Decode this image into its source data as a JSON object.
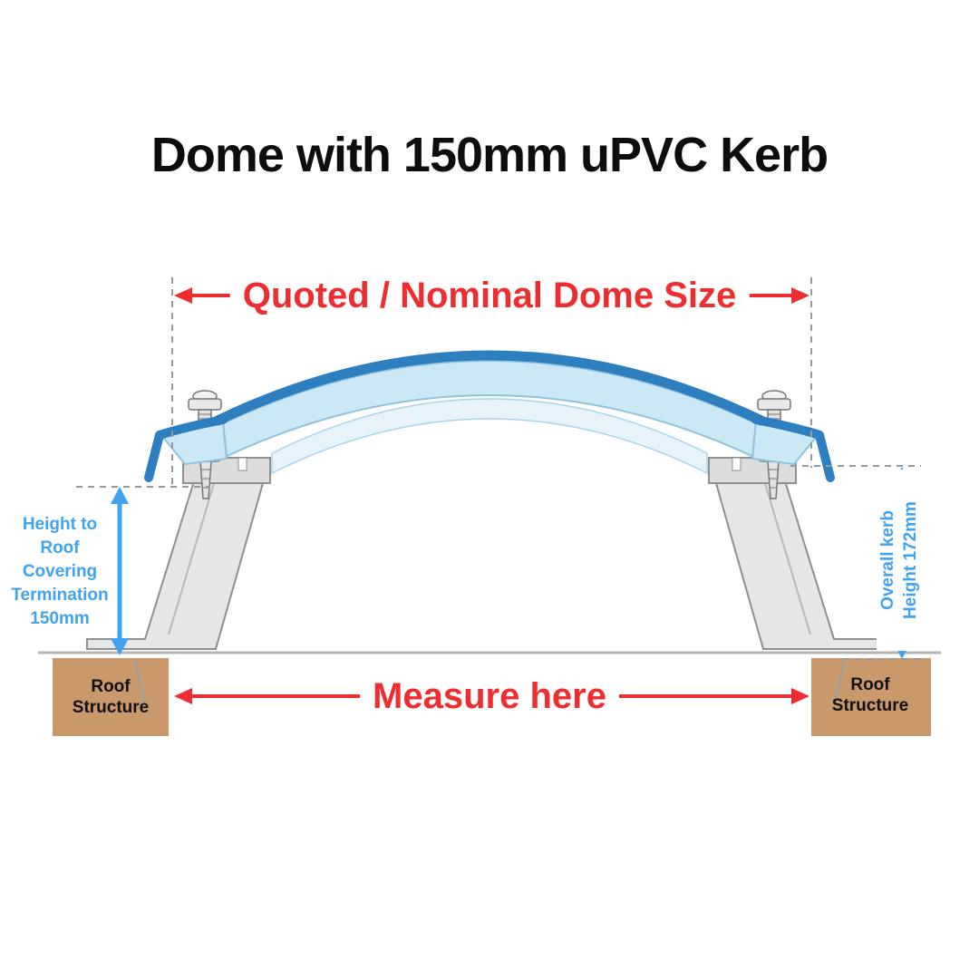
{
  "title": "Dome with 150mm uPVC Kerb",
  "annotations": {
    "top": "Quoted / Nominal Dome Size",
    "bottom": "Measure here",
    "left_height": {
      "lines": [
        "Height to",
        "Roof",
        "Covering",
        "Termination",
        "150mm"
      ]
    },
    "right_height": {
      "lines": [
        "Overall kerb",
        "Height 172mm"
      ]
    }
  },
  "labels": {
    "roof_structure_left": "Roof Structure",
    "roof_structure_right": "Roof Structure"
  },
  "colors": {
    "annotation_red": "#ee2e2e",
    "annotation_blue": "#3fa3ef",
    "dome_blue": "#2d7fc0",
    "dome_glazing_light": "#cde8f5",
    "dome_glazing_lighter": "#e6f3fa",
    "kerb_grey": "#e6e6e6",
    "roof_structure_brown": "#c9996c",
    "dashed_line_grey": "#999999"
  }
}
